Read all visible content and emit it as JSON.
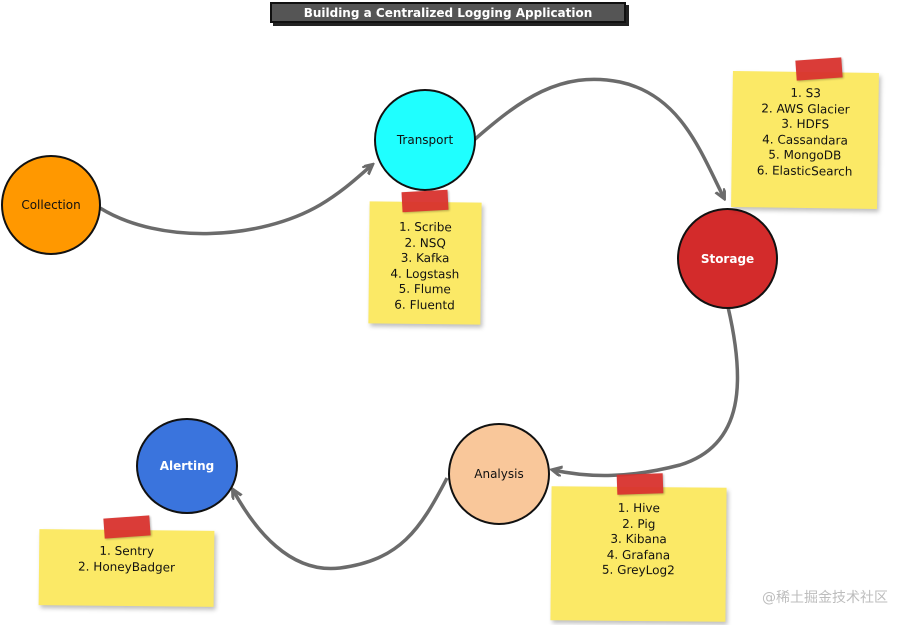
{
  "title": "Building a Centralized Logging Application",
  "nodes": {
    "collection": {
      "label": "Collection",
      "color": "#ff9800"
    },
    "transport": {
      "label": "Transport",
      "color": "#1fffff"
    },
    "storage": {
      "label": "Storage",
      "color": "#d32b2b"
    },
    "analysis": {
      "label": "Analysis",
      "color": "#f9c79a"
    },
    "alerting": {
      "label": "Alerting",
      "color": "#3a74dd"
    }
  },
  "notes": {
    "transport": [
      "1. Scribe",
      "2. NSQ",
      "3. Kafka",
      "4. Logstash",
      "5. Flume",
      "6. Fluentd"
    ],
    "storage": [
      "1. S3",
      "2. AWS Glacier",
      "3. HDFS",
      "4. Cassandara",
      "5. MongoDB",
      "6. ElasticSearch"
    ],
    "analysis": [
      "1. Hive",
      "2. Pig",
      "3. Kibana",
      "4. Grafana",
      "5. GreyLog2"
    ],
    "alerting": [
      "1. Sentry",
      "2. HoneyBadger"
    ]
  },
  "colors": {
    "note": "#fbe966",
    "tape": "#d9322e",
    "arrow": "#6b6b6b"
  },
  "watermark": "@稀土掘金技术社区"
}
